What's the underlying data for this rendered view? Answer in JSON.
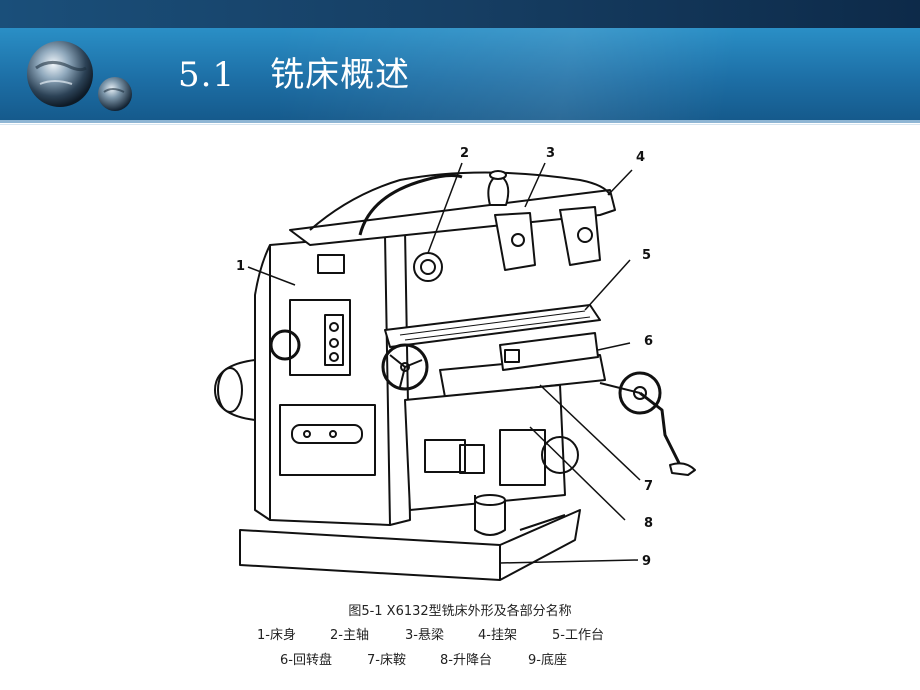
{
  "slide": {
    "title": "5.1　铣床概述"
  },
  "figure": {
    "caption": "图5-1 X6132型铣床外形及各部分名称",
    "callouts": [
      "1",
      "2",
      "3",
      "4",
      "5",
      "6",
      "7",
      "8",
      "9"
    ],
    "legend_row1": [
      "1-床身",
      "2-主轴",
      "3-悬梁",
      "4-挂架",
      "5-工作台"
    ],
    "legend_row2": [
      "6-回转盘",
      "7-床鞍",
      "8-升降台",
      "9-底座"
    ]
  },
  "colors": {
    "header_dark": "#163e63",
    "header_blue": "#1d6fa6",
    "title_text": "#ffffff"
  }
}
